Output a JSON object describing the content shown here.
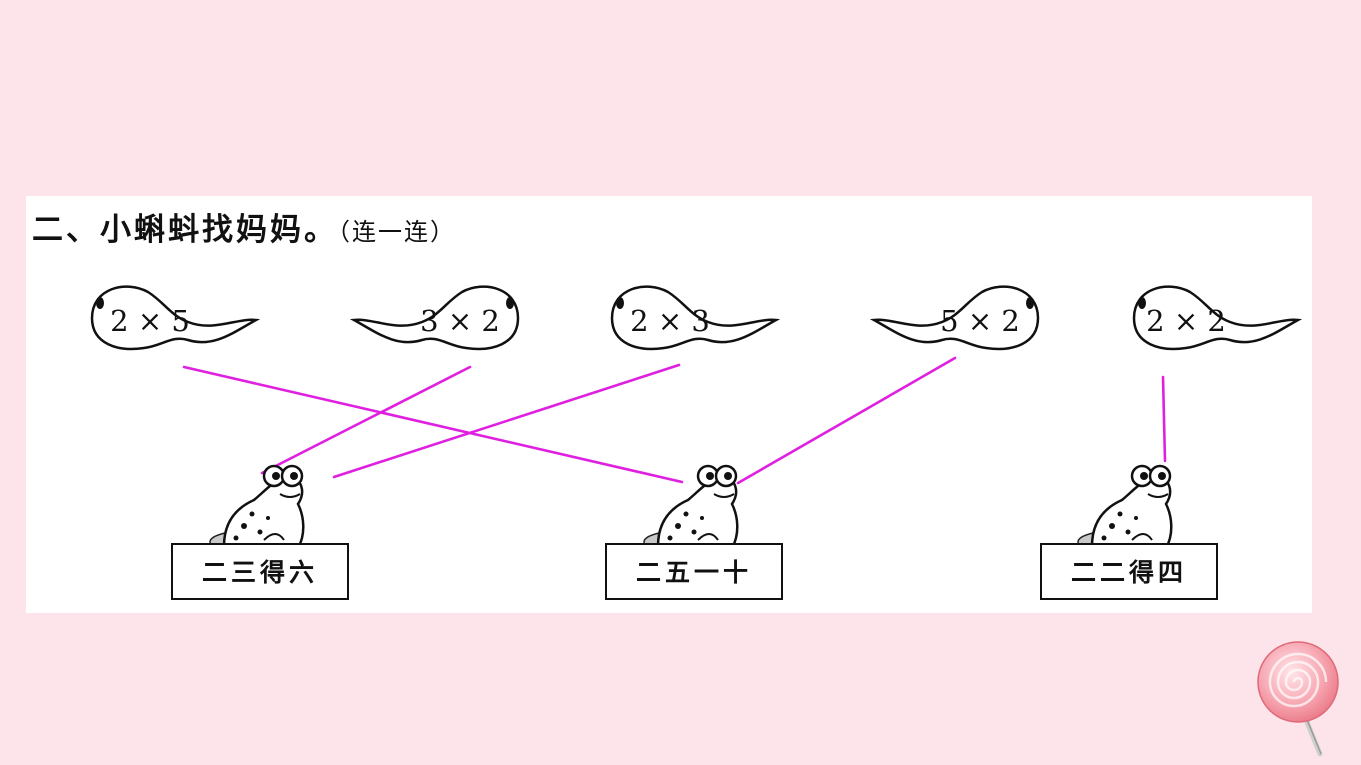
{
  "exercise": {
    "heading": "二、小蝌蚪找妈妈。",
    "instruction": "（连一连）"
  },
  "tadpoles": [
    {
      "label": "2 × 5"
    },
    {
      "label": "3 × 2"
    },
    {
      "label": "2 × 3"
    },
    {
      "label": "5 × 2"
    },
    {
      "label": "2 × 2"
    }
  ],
  "frogs": [
    {
      "label": "二三得六"
    },
    {
      "label": "二五一十"
    },
    {
      "label": "二二得四"
    }
  ],
  "connections": [
    {
      "tadpole": 0,
      "frog": 1
    },
    {
      "tadpole": 1,
      "frog": 0
    },
    {
      "tadpole": 2,
      "frog": 0
    },
    {
      "tadpole": 3,
      "frog": 1
    },
    {
      "tadpole": 4,
      "frog": 2
    }
  ],
  "colors": {
    "page_background": "#fde4ea",
    "panel_background": "#ffffff",
    "connection_line": "#e020e0",
    "ink": "#111111"
  },
  "icons": [
    "tadpole-icon",
    "frog-icon",
    "lollipop-icon"
  ]
}
